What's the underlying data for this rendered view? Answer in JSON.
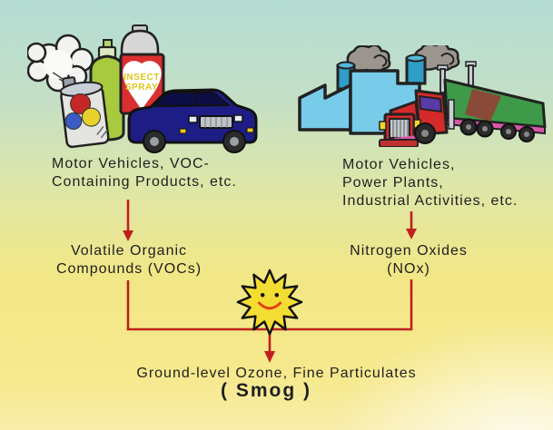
{
  "colors": {
    "bg_top": "#b4dcd4",
    "bg_mid": "#dce6aa",
    "bg_yellow": "#f2e786",
    "bg_bottom_right": "#fefbee",
    "arrow_red": "#c01f1f",
    "text_dark": "#1f1f1f",
    "sun_yellow": "#f4dd32",
    "smile_red": "#e63c14",
    "factory_blue": "#79cce9",
    "chimney_blue": "#2f9fc7",
    "truck_red": "#d62a2a",
    "trailer_green": "#3e9a49",
    "car_navy": "#1d1d85",
    "can_red": "#da2f2f",
    "bottle_green": "#a8ca3e",
    "pink_accent": "#d957a8",
    "smoke_gray": "#9b958e"
  },
  "nodes": {
    "left_source": {
      "lines": [
        "Motor Vehicles, VOC-",
        "Containing Products, etc."
      ]
    },
    "right_source": {
      "lines": [
        "Motor Vehicles,",
        "Power Plants,",
        "Industrial Activities, etc."
      ]
    },
    "left_pollutant": {
      "lines": [
        "Volatile Organic",
        "Compounds (VOCs)"
      ]
    },
    "right_pollutant": {
      "lines": [
        "Nitrogen Oxides",
        "(NOx)"
      ]
    },
    "result": {
      "line1": "Ground-level Ozone, Fine Particulates",
      "line2": "( Smog )"
    }
  },
  "illustrations": {
    "insect_spray_label": {
      "line1": "INSECT",
      "line2": "SPRAY"
    },
    "left_icons": [
      "spray-cloud",
      "paint-spray-can",
      "voc-spray-bottle",
      "insect-spray-can",
      "car"
    ],
    "right_icons": [
      "factory",
      "smoke",
      "semi-truck"
    ],
    "center_icon": "sun"
  }
}
